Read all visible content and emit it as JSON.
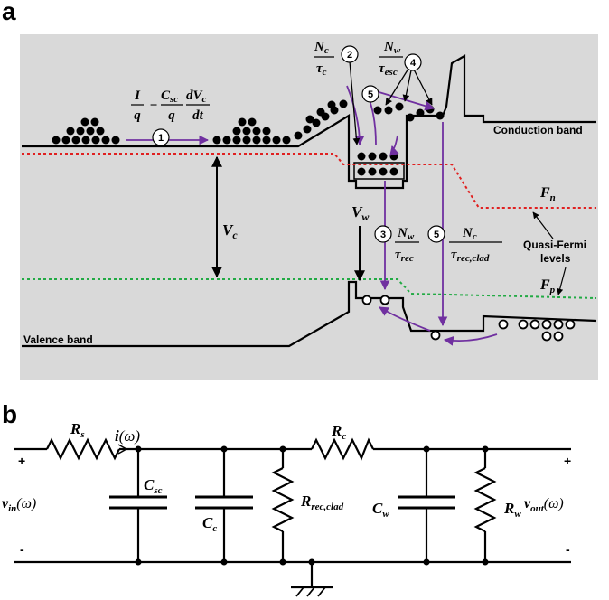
{
  "panel_a": {
    "label": "a",
    "conduction_band": "Conduction band",
    "valence_band": "Valence band",
    "fn_main": "F",
    "fn_sub": "n",
    "fp_main": "F",
    "fp_sub": "p",
    "quasi_fermi_line1": "Quasi-Fermi",
    "quasi_fermi_line2": "levels",
    "vc_main": "V",
    "vc_sub": "c",
    "vw_main": "V",
    "vw_sub": "w",
    "eq_I": "I",
    "eq_q": "q",
    "eq_minus": "−",
    "eq_Csc_main": "C",
    "eq_Csc_sub": "sc",
    "eq_q2": "q",
    "eq_dVc_main": "dV",
    "eq_dVc_sub": "c",
    "eq_dt": "dt",
    "nc_tauc_num_main": "N",
    "nc_tauc_num_sub": "c",
    "nc_tauc_den_main": "τ",
    "nc_tauc_den_sub": "c",
    "nw_tauesc_num_main": "N",
    "nw_tauesc_num_sub": "w",
    "nw_tauesc_den_main": "τ",
    "nw_tauesc_den_sub": "esc",
    "nw_taurec_num_main": "N",
    "nw_taurec_num_sub": "w",
    "nw_taurec_den_main": "τ",
    "nw_taurec_den_sub": "rec",
    "nc_tauclad_num_main": "N",
    "nc_tauclad_num_sub": "c",
    "nc_tauclad_den_main": "τ",
    "nc_tauclad_den_sub": "rec,clad",
    "markers": [
      "1",
      "2",
      "3",
      "4",
      "5",
      "5"
    ]
  },
  "panel_b": {
    "label": "b",
    "plus_left": "+",
    "minus_left": "-",
    "plus_right": "+",
    "minus_right": "-",
    "vin_main": "v",
    "vin_sub": "in",
    "vin_arg": "(ω)",
    "vout_main": "v",
    "vout_sub": "out",
    "vout_arg": "(ω)",
    "i_main": "i",
    "i_arg": "(ω)",
    "rs_main": "R",
    "rs_sub": "s",
    "csc_main": "C",
    "csc_sub": "sc",
    "cc_main": "C",
    "cc_sub": "c",
    "rclad_main": "R",
    "rclad_sub": "rec,clad",
    "rc_main": "R",
    "rc_sub": "c",
    "cw_main": "C",
    "cw_sub": "w",
    "rw_main": "R",
    "rw_sub": "w"
  },
  "colors": {
    "panel_bg": "#d9d9d9",
    "process_arrow": "#7030a0",
    "fermi_n": "#e02020",
    "fermi_p": "#22aa44",
    "line": "#000000"
  }
}
